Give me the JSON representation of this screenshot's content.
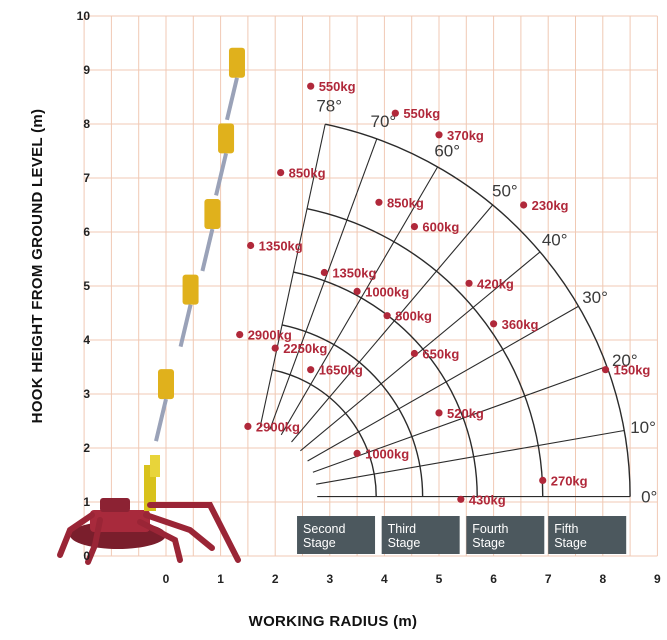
{
  "chart_data": {
    "type": "diagram",
    "xlabel": "WORKING RADIUS (m)",
    "ylabel": "HOOK HEIGHT FROM GROUND LEVEL (m)",
    "x_ticks": [
      "0",
      "1",
      "2",
      "3",
      "4",
      "5",
      "6",
      "7",
      "8",
      "9"
    ],
    "y_ticks": [
      "0",
      "1",
      "2",
      "3",
      "4",
      "5",
      "6",
      "7",
      "8",
      "9",
      "10"
    ],
    "xlim": [
      -1.5,
      9
    ],
    "ylim": [
      0,
      10
    ],
    "grid": true,
    "angles": [
      {
        "label": "78°",
        "deg": 78
      },
      {
        "label": "70°",
        "deg": 70
      },
      {
        "label": "60°",
        "deg": 60
      },
      {
        "label": "50°",
        "deg": 50
      },
      {
        "label": "40°",
        "deg": 40
      },
      {
        "label": "30°",
        "deg": 30
      },
      {
        "label": "20°",
        "deg": 20
      },
      {
        "label": "10°",
        "deg": 10
      },
      {
        "label": "0°",
        "deg": 0
      }
    ],
    "stages": [
      {
        "label": [
          "Second",
          "Stage"
        ]
      },
      {
        "label": [
          "Third",
          "Stage"
        ]
      },
      {
        "label": [
          "Fourth",
          "Stage"
        ]
      },
      {
        "label": [
          "Fifth",
          "Stage"
        ]
      }
    ],
    "loads": [
      {
        "text": "550kg",
        "x": 2.65,
        "y": 8.7
      },
      {
        "text": "550kg",
        "x": 4.2,
        "y": 8.2
      },
      {
        "text": "370kg",
        "x": 5.0,
        "y": 7.8
      },
      {
        "text": "850kg",
        "x": 2.1,
        "y": 7.1
      },
      {
        "text": "850kg",
        "x": 3.9,
        "y": 6.55
      },
      {
        "text": "230kg",
        "x": 6.55,
        "y": 6.5
      },
      {
        "text": "600kg",
        "x": 4.55,
        "y": 6.1
      },
      {
        "text": "1350kg",
        "x": 1.55,
        "y": 5.75
      },
      {
        "text": "1350kg",
        "x": 2.9,
        "y": 5.25
      },
      {
        "text": "1000kg",
        "x": 3.5,
        "y": 4.9
      },
      {
        "text": "420kg",
        "x": 5.55,
        "y": 5.05
      },
      {
        "text": "800kg",
        "x": 4.05,
        "y": 4.45
      },
      {
        "text": "360kg",
        "x": 6.0,
        "y": 4.3
      },
      {
        "text": "2900kg",
        "x": 1.35,
        "y": 4.1
      },
      {
        "text": "2250kg",
        "x": 2.0,
        "y": 3.85
      },
      {
        "text": "1650kg",
        "x": 2.65,
        "y": 3.45
      },
      {
        "text": "650kg",
        "x": 4.55,
        "y": 3.75
      },
      {
        "text": "150kg",
        "x": 8.05,
        "y": 3.45
      },
      {
        "text": "520kg",
        "x": 5.0,
        "y": 2.65
      },
      {
        "text": "2900kg",
        "x": 1.5,
        "y": 2.4
      },
      {
        "text": "1000kg",
        "x": 3.5,
        "y": 1.9
      },
      {
        "text": "270kg",
        "x": 6.9,
        "y": 1.4
      },
      {
        "text": "430kg",
        "x": 5.4,
        "y": 1.05
      }
    ]
  }
}
